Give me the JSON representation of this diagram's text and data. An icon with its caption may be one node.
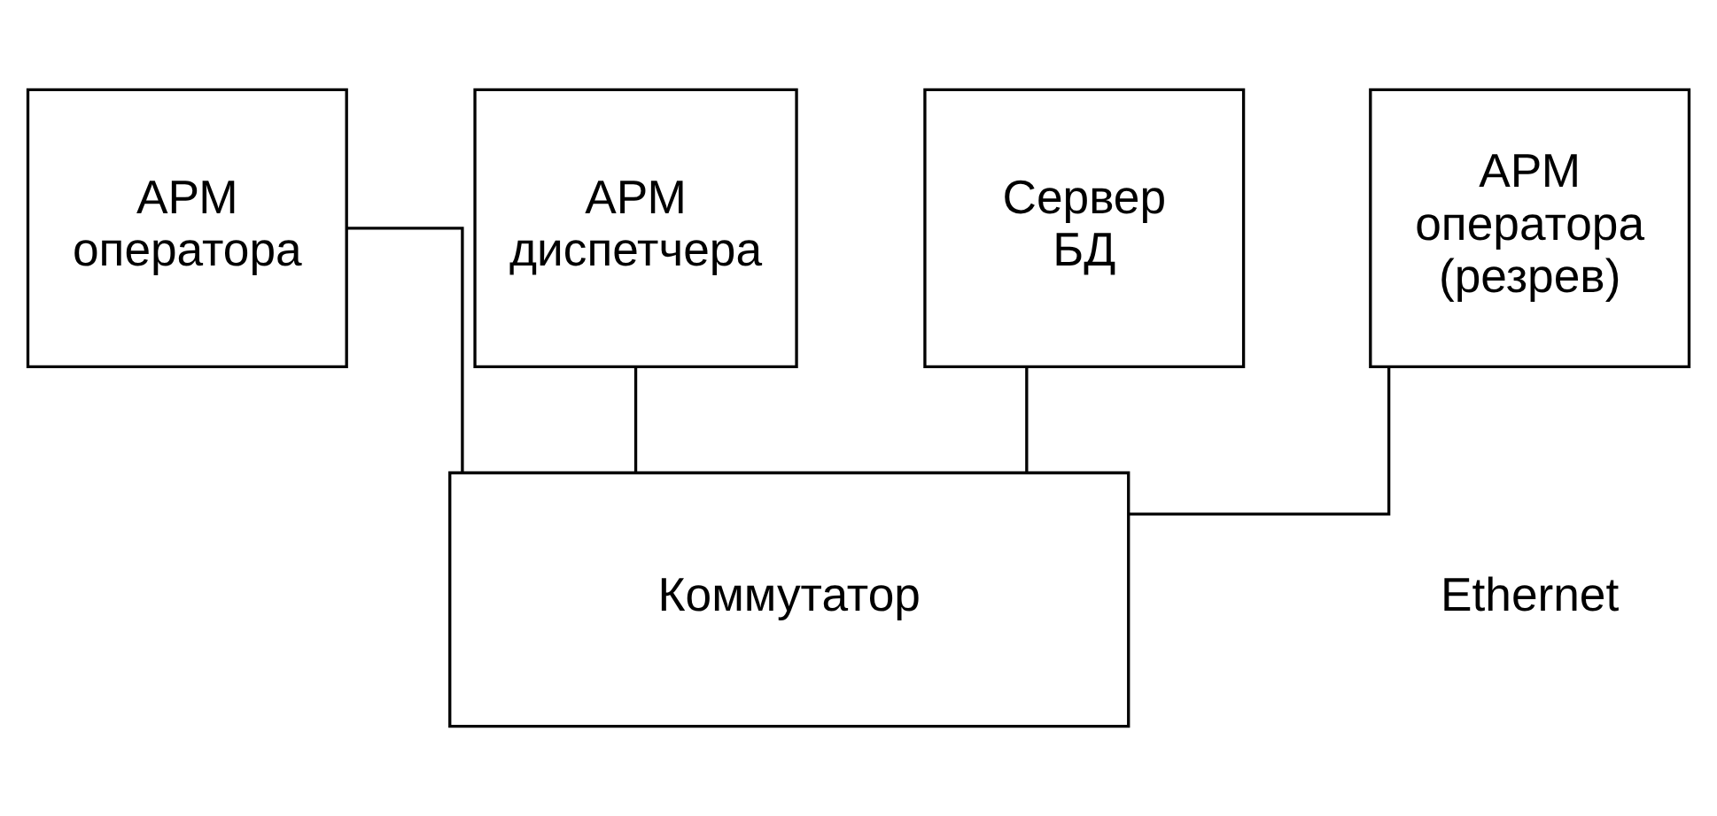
{
  "diagram": {
    "nodes": [
      {
        "text": [
          "АРМ оператора"
        ]
      },
      {
        "text": [
          "АРМ оператора (резрев)"
        ]
      },
      {
        "text": [
          "АРМ диспетчера"
        ]
      },
      {
        "text": [
          "Сервер БД"
        ]
      },
      {
        "text": [
          "Коммутатор"
        ]
      }
    ],
    "edges": [
      {
        "from": 0,
        "to": 4,
        "arrow": "none"
      },
      {
        "from": 1,
        "to": 4,
        "arrow": "none"
      },
      {
        "from": 2,
        "to": 4,
        "arrow": "none"
      },
      {
        "from": 3,
        "to": 4,
        "arrow": "none"
      }
    ],
    "labels": [
      "Ethernet"
    ]
  }
}
